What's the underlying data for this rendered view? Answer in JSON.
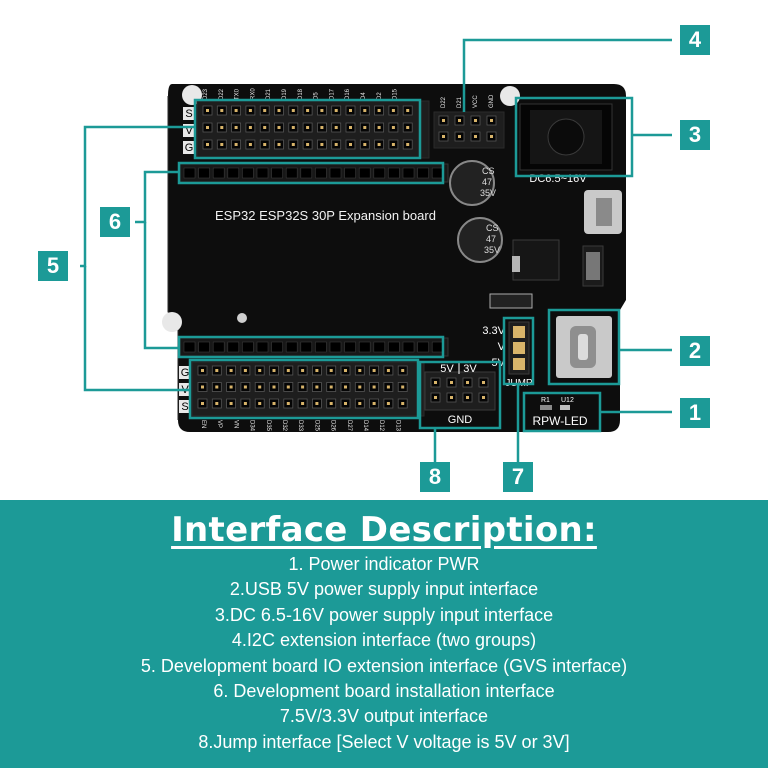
{
  "board": {
    "title": "ESP32 ESP32S 30P Expansion board",
    "top_row_labels": [
      "D23",
      "D22",
      "TX0",
      "RX0",
      "D21",
      "D19",
      "D18",
      "D5",
      "D17",
      "D16",
      "D4",
      "D2",
      "D15"
    ],
    "top_gvs": [
      "S",
      "V",
      "G"
    ],
    "i2c_labels": [
      "D22",
      "D21",
      "VCC",
      "GND"
    ],
    "bottom_row_labels": [
      "EN",
      "VP",
      "VN",
      "D34",
      "D35",
      "D32",
      "D33",
      "D25",
      "D26",
      "D27",
      "D14",
      "D12",
      "D13"
    ],
    "bottom_gvs": [
      "G",
      "V",
      "S"
    ],
    "cap1": [
      "CS",
      "47",
      "35V"
    ],
    "cap2": [
      "CS",
      "47",
      "35V"
    ],
    "dc_label": "DC6.5~16V",
    "jump_labels": [
      "3.3V",
      "V",
      "5V"
    ],
    "jump_title": "JUMP",
    "out_labels": [
      "5V",
      "3V"
    ],
    "gnd_label": "GND",
    "led_refs": [
      "R1",
      "U12"
    ],
    "led_label": "RPW-LED"
  },
  "callouts": [
    "1",
    "2",
    "3",
    "4",
    "5",
    "6",
    "7",
    "8"
  ],
  "colors": {
    "teal": "#1c9a97",
    "board": "#0d0d0d",
    "header": "#1e1e1e"
  },
  "description": {
    "title": "Interface Description:",
    "items": [
      "1. Power indicator PWR",
      "2.USB 5V power supply input interface",
      "3.DC 6.5-16V power supply input interface",
      "4.I2C extension interface (two groups)",
      "5. Development board IO extension interface (GVS interface)",
      "6. Development board installation interface",
      "7.5V/3.3V output interface",
      "8.Jump interface [Select V voltage is 5V or 3V]"
    ]
  }
}
